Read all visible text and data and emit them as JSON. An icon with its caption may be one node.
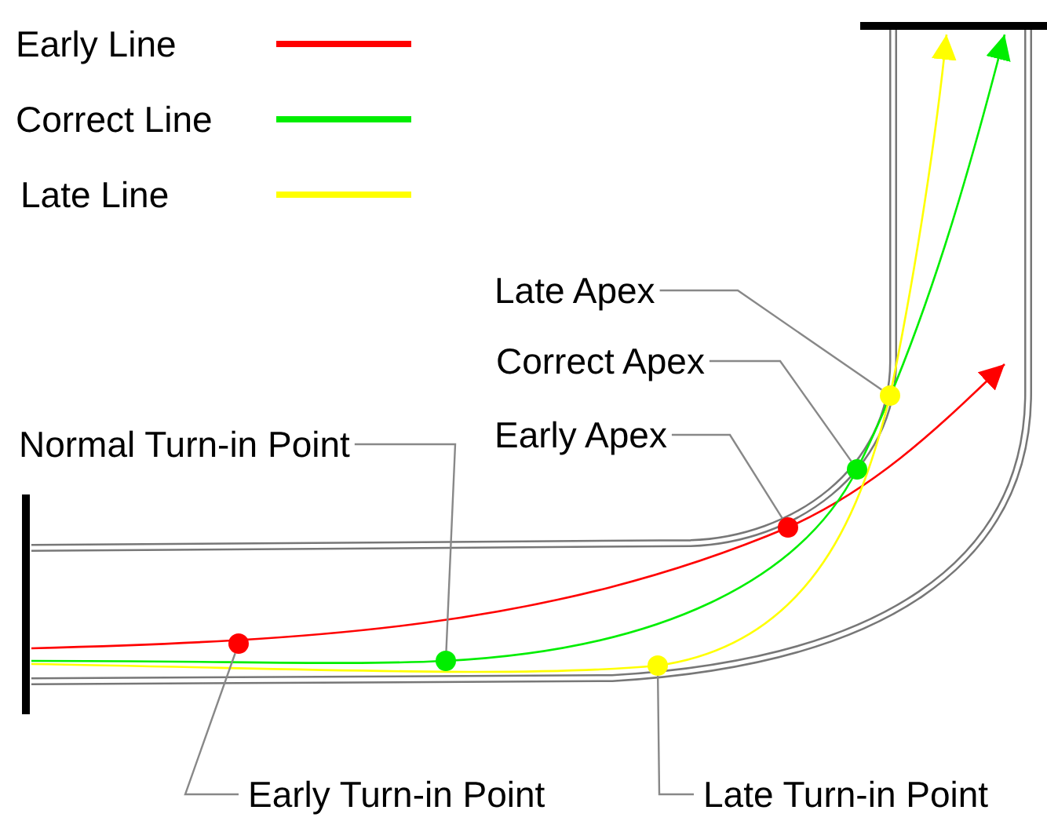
{
  "diagram": {
    "nodes": [
      {
        "text": [
          "Late Apex"
        ]
      },
      {
        "text": [
          "Correct Apex"
        ]
      },
      {
        "text": [
          "Normal Turn-in Point"
        ]
      },
      {
        "text": [
          "Early Apex"
        ]
      },
      {
        "text": [
          "Early Turn-in Point"
        ]
      },
      {
        "text": [
          "Late Turn-in Point"
        ]
      },
      {
        "text": [],
        "shape": "circle"
      },
      {
        "text": [],
        "shape": "circle"
      },
      {
        "text": [],
        "shape": "circle"
      },
      {
        "text": [],
        "shape": "circle"
      },
      {
        "text": [],
        "shape": "circle"
      },
      {
        "text": [],
        "shape": "circle"
      }
    ],
    "edges": [
      {
        "from": 0,
        "to": 11,
        "arrow": "none"
      },
      {
        "from": 1,
        "to": 10,
        "arrow": "none"
      },
      {
        "from": 2,
        "to": 7,
        "arrow": "none"
      },
      {
        "from": 3,
        "to": 9,
        "arrow": "none"
      },
      {
        "from": 4,
        "to": 6,
        "arrow": "none"
      },
      {
        "from": 5,
        "to": 8,
        "arrow": "none"
      }
    ],
    "legend": [
      {
        "text": "Early Line"
      },
      {
        "text": "Correct Line"
      },
      {
        "text": "Late Line"
      }
    ]
  }
}
